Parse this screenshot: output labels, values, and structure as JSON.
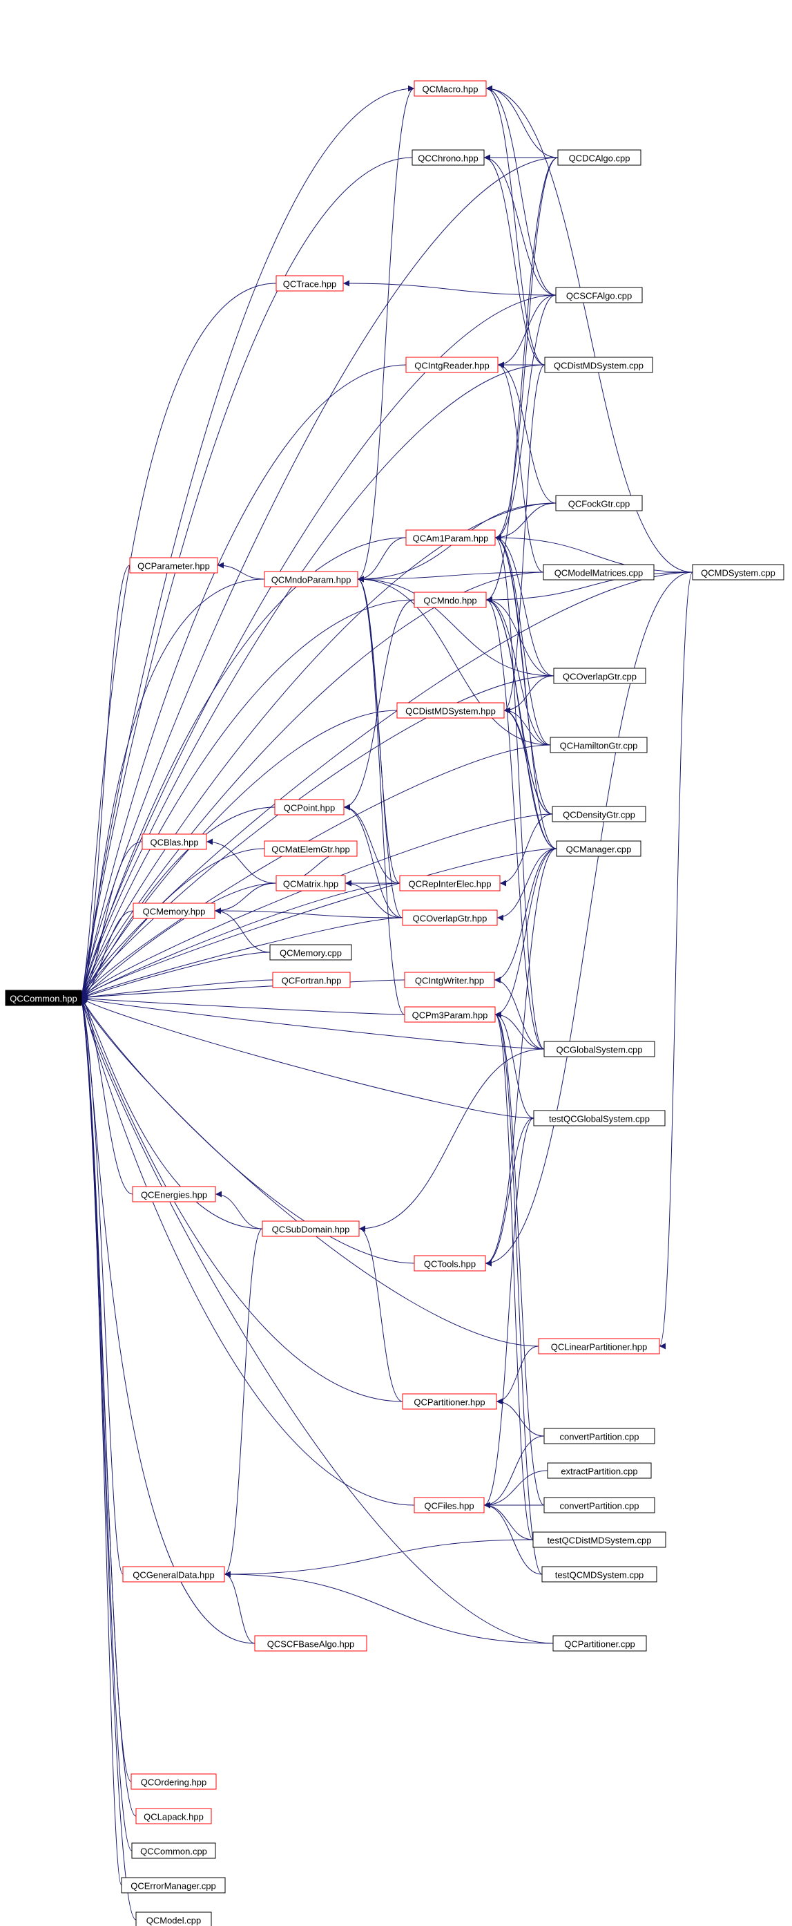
{
  "graph": {
    "colors": {
      "edge": "#191970",
      "root_fill": "#000000",
      "root_text": "#ffffff",
      "header_border": "#ff0000",
      "source_border": "#000000"
    },
    "nodes": [
      {
        "id": "qccommon_hpp",
        "label": "QCCommon.hpp",
        "kind": "root"
      },
      {
        "id": "qcmacro_hpp",
        "label": "QCMacro.hpp",
        "kind": "header"
      },
      {
        "id": "qcchrono_hpp",
        "label": "QCChrono.hpp",
        "kind": "source"
      },
      {
        "id": "qcdcalgo_cpp",
        "label": "QCDCAlgo.cpp",
        "kind": "source"
      },
      {
        "id": "qctrace_hpp",
        "label": "QCTrace.hpp",
        "kind": "header"
      },
      {
        "id": "qcscfalgo_cpp",
        "label": "QCSCFAlgo.cpp",
        "kind": "source"
      },
      {
        "id": "qcintgreader_hpp",
        "label": "QCIntgReader.hpp",
        "kind": "header"
      },
      {
        "id": "qcdistmdsystem_cpp",
        "label": "QCDistMDSystem.cpp",
        "kind": "source"
      },
      {
        "id": "qcfockgtr_cpp",
        "label": "QCFockGtr.cpp",
        "kind": "source"
      },
      {
        "id": "qcam1param_hpp",
        "label": "QCAm1Param.hpp",
        "kind": "header"
      },
      {
        "id": "qcparameter_hpp",
        "label": "QCParameter.hpp",
        "kind": "header"
      },
      {
        "id": "qcmndoparam_hpp",
        "label": "QCMndoParam.hpp",
        "kind": "header"
      },
      {
        "id": "qcmodelmatrices_cpp",
        "label": "QCModelMatrices.cpp",
        "kind": "source"
      },
      {
        "id": "qcmdsystem_cpp",
        "label": "QCMDSystem.cpp",
        "kind": "source"
      },
      {
        "id": "qcmndo_hpp",
        "label": "QCMndo.hpp",
        "kind": "header"
      },
      {
        "id": "qcoverlapgtr_cpp",
        "label": "QCOverlapGtr.cpp",
        "kind": "source"
      },
      {
        "id": "qcdistmdsystem_hpp",
        "label": "QCDistMDSystem.hpp",
        "kind": "header"
      },
      {
        "id": "qchamiltongtr_cpp",
        "label": "QCHamiltonGtr.cpp",
        "kind": "source"
      },
      {
        "id": "qcpoint_hpp",
        "label": "QCPoint.hpp",
        "kind": "header"
      },
      {
        "id": "qcdensitygtr_cpp",
        "label": "QCDensityGtr.cpp",
        "kind": "source"
      },
      {
        "id": "qcblas_hpp",
        "label": "QCBlas.hpp",
        "kind": "header"
      },
      {
        "id": "qcmatelemgtr_hpp",
        "label": "QCMatElemGtr.hpp",
        "kind": "header"
      },
      {
        "id": "qcmanager_cpp",
        "label": "QCManager.cpp",
        "kind": "source"
      },
      {
        "id": "qcmatrix_hpp",
        "label": "QCMatrix.hpp",
        "kind": "header"
      },
      {
        "id": "qcrepinterelec_hpp",
        "label": "QCRepInterElec.hpp",
        "kind": "header"
      },
      {
        "id": "qcmemory_hpp",
        "label": "QCMemory.hpp",
        "kind": "header"
      },
      {
        "id": "qcoverlapgtr_hpp",
        "label": "QCOverlapGtr.hpp",
        "kind": "header"
      },
      {
        "id": "qcmemory_cpp",
        "label": "QCMemory.cpp",
        "kind": "source"
      },
      {
        "id": "qcfortran_hpp",
        "label": "QCFortran.hpp",
        "kind": "header"
      },
      {
        "id": "qcintgwriter_hpp",
        "label": "QCIntgWriter.hpp",
        "kind": "header"
      },
      {
        "id": "qcpm3param_hpp",
        "label": "QCPm3Param.hpp",
        "kind": "header"
      },
      {
        "id": "qcglobalsystem_cpp",
        "label": "QCGlobalSystem.cpp",
        "kind": "source"
      },
      {
        "id": "testqcglobalsystem_cpp",
        "label": "testQCGlobalSystem.cpp",
        "kind": "source"
      },
      {
        "id": "qcenergies_hpp",
        "label": "QCEnergies.hpp",
        "kind": "header"
      },
      {
        "id": "qcsubdomain_hpp",
        "label": "QCSubDomain.hpp",
        "kind": "header"
      },
      {
        "id": "qctools_hpp",
        "label": "QCTools.hpp",
        "kind": "header"
      },
      {
        "id": "qclinearpartitioner_hpp",
        "label": "QCLinearPartitioner.hpp",
        "kind": "header"
      },
      {
        "id": "qcpartitioner_hpp",
        "label": "QCPartitioner.hpp",
        "kind": "header"
      },
      {
        "id": "convertpartition_cpp_1",
        "label": "convertPartition.cpp",
        "kind": "source"
      },
      {
        "id": "extractpartition_cpp",
        "label": "extractPartition.cpp",
        "kind": "source"
      },
      {
        "id": "qcfiles_hpp",
        "label": "QCFiles.hpp",
        "kind": "header"
      },
      {
        "id": "convertpartition_cpp_2",
        "label": "convertPartition.cpp",
        "kind": "source"
      },
      {
        "id": "testqcdistmdsystem_cpp",
        "label": "testQCDistMDSystem.cpp",
        "kind": "source"
      },
      {
        "id": "qcgeneraldata_hpp",
        "label": "QCGeneralData.hpp",
        "kind": "header"
      },
      {
        "id": "testqcmdsystem_cpp",
        "label": "testQCMDSystem.cpp",
        "kind": "source"
      },
      {
        "id": "qcscfbasealgo_hpp",
        "label": "QCSCFBaseAlgo.hpp",
        "kind": "header"
      },
      {
        "id": "qcpartitioner_cpp",
        "label": "QCPartitioner.cpp",
        "kind": "source"
      },
      {
        "id": "qcordering_hpp",
        "label": "QCOrdering.hpp",
        "kind": "header"
      },
      {
        "id": "qclapack_hpp",
        "label": "QCLapack.hpp",
        "kind": "header"
      },
      {
        "id": "qccommon_cpp",
        "label": "QCCommon.cpp",
        "kind": "source"
      },
      {
        "id": "qcerrormanager_cpp",
        "label": "QCErrorManager.cpp",
        "kind": "source"
      },
      {
        "id": "qcmodel_cpp",
        "label": "QCModel.cpp",
        "kind": "source"
      }
    ],
    "edges": [
      [
        "qcmacro_hpp",
        "qccommon_hpp"
      ],
      [
        "qcchrono_hpp",
        "qccommon_hpp"
      ],
      [
        "qcdcalgo_cpp",
        "qccommon_hpp"
      ],
      [
        "qctrace_hpp",
        "qccommon_hpp"
      ],
      [
        "qcscfalgo_cpp",
        "qccommon_hpp"
      ],
      [
        "qcintgreader_hpp",
        "qccommon_hpp"
      ],
      [
        "qcdistmdsystem_cpp",
        "qccommon_hpp"
      ],
      [
        "qcfockgtr_cpp",
        "qccommon_hpp"
      ],
      [
        "qcam1param_hpp",
        "qccommon_hpp"
      ],
      [
        "qcparameter_hpp",
        "qccommon_hpp"
      ],
      [
        "qcmndoparam_hpp",
        "qccommon_hpp"
      ],
      [
        "qcmodelmatrices_cpp",
        "qccommon_hpp"
      ],
      [
        "qcmdsystem_cpp",
        "qccommon_hpp"
      ],
      [
        "qcmndo_hpp",
        "qccommon_hpp"
      ],
      [
        "qcoverlapgtr_cpp",
        "qccommon_hpp"
      ],
      [
        "qcdistmdsystem_hpp",
        "qccommon_hpp"
      ],
      [
        "qchamiltongtr_cpp",
        "qccommon_hpp"
      ],
      [
        "qcpoint_hpp",
        "qccommon_hpp"
      ],
      [
        "qcdensitygtr_cpp",
        "qccommon_hpp"
      ],
      [
        "qcblas_hpp",
        "qccommon_hpp"
      ],
      [
        "qcmatelemgtr_hpp",
        "qccommon_hpp"
      ],
      [
        "qcmanager_cpp",
        "qccommon_hpp"
      ],
      [
        "qcmatrix_hpp",
        "qccommon_hpp"
      ],
      [
        "qcrepinterelec_hpp",
        "qccommon_hpp"
      ],
      [
        "qcmemory_hpp",
        "qccommon_hpp"
      ],
      [
        "qcoverlapgtr_hpp",
        "qccommon_hpp"
      ],
      [
        "qcmemory_cpp",
        "qccommon_hpp"
      ],
      [
        "qcfortran_hpp",
        "qccommon_hpp"
      ],
      [
        "qcintgwriter_hpp",
        "qccommon_hpp"
      ],
      [
        "qcpm3param_hpp",
        "qccommon_hpp"
      ],
      [
        "qcglobalsystem_cpp",
        "qccommon_hpp"
      ],
      [
        "testqcglobalsystem_cpp",
        "qccommon_hpp"
      ],
      [
        "qcenergies_hpp",
        "qccommon_hpp"
      ],
      [
        "qcsubdomain_hpp",
        "qccommon_hpp"
      ],
      [
        "qctools_hpp",
        "qccommon_hpp"
      ],
      [
        "qclinearpartitioner_hpp",
        "qccommon_hpp"
      ],
      [
        "qcpartitioner_hpp",
        "qccommon_hpp"
      ],
      [
        "qcfiles_hpp",
        "qccommon_hpp"
      ],
      [
        "qcgeneraldata_hpp",
        "qccommon_hpp"
      ],
      [
        "qcscfbasealgo_hpp",
        "qccommon_hpp"
      ],
      [
        "qcpartitioner_cpp",
        "qccommon_hpp"
      ],
      [
        "qcordering_hpp",
        "qccommon_hpp"
      ],
      [
        "qclapack_hpp",
        "qccommon_hpp"
      ],
      [
        "qccommon_cpp",
        "qccommon_hpp"
      ],
      [
        "qcerrormanager_cpp",
        "qccommon_hpp"
      ],
      [
        "qcmodel_cpp",
        "qccommon_hpp"
      ],
      [
        "qcdcalgo_cpp",
        "qcmacro_hpp"
      ],
      [
        "qcscfalgo_cpp",
        "qcmacro_hpp"
      ],
      [
        "qcdistmdsystem_cpp",
        "qcmacro_hpp"
      ],
      [
        "qcmdsystem_cpp",
        "qcmacro_hpp"
      ],
      [
        "qcmndoparam_hpp",
        "qcmacro_hpp"
      ],
      [
        "qcdcalgo_cpp",
        "qcchrono_hpp"
      ],
      [
        "qcscfalgo_cpp",
        "qcchrono_hpp"
      ],
      [
        "qcdistmdsystem_cpp",
        "qcchrono_hpp"
      ],
      [
        "qcscfalgo_cpp",
        "qctrace_hpp"
      ],
      [
        "qcdistmdsystem_cpp",
        "qcintgreader_hpp"
      ],
      [
        "qcfockgtr_cpp",
        "qcintgreader_hpp"
      ],
      [
        "qcmodelmatrices_cpp",
        "qcintgreader_hpp"
      ],
      [
        "qcscfalgo_cpp",
        "qcintgreader_hpp"
      ],
      [
        "qcdcalgo_cpp",
        "qcam1param_hpp"
      ],
      [
        "qcscfalgo_cpp",
        "qcam1param_hpp"
      ],
      [
        "qcfockgtr_cpp",
        "qcam1param_hpp"
      ],
      [
        "qcmdsystem_cpp",
        "qcam1param_hpp"
      ],
      [
        "qcoverlapgtr_cpp",
        "qcam1param_hpp"
      ],
      [
        "qchamiltongtr_cpp",
        "qcam1param_hpp"
      ],
      [
        "qcdensitygtr_cpp",
        "qcam1param_hpp"
      ],
      [
        "qcmanager_cpp",
        "qcam1param_hpp"
      ],
      [
        "qcglobalsystem_cpp",
        "qcam1param_hpp"
      ],
      [
        "qcmndoparam_hpp",
        "qcparameter_hpp"
      ],
      [
        "qcam1param_hpp",
        "qcmndoparam_hpp"
      ],
      [
        "qcpm3param_hpp",
        "qcmndoparam_hpp"
      ],
      [
        "qcmodelmatrices_cpp",
        "qcmndoparam_hpp"
      ],
      [
        "qcoverlapgtr_cpp",
        "qcmndoparam_hpp"
      ],
      [
        "qchamiltongtr_cpp",
        "qcmndoparam_hpp"
      ],
      [
        "qcrepinterelec_hpp",
        "qcmndoparam_hpp"
      ],
      [
        "qcoverlapgtr_hpp",
        "qcmndoparam_hpp"
      ],
      [
        "qcfockgtr_cpp",
        "qcmndoparam_hpp"
      ],
      [
        "qcdcalgo_cpp",
        "qcmndo_hpp"
      ],
      [
        "qcmdsystem_cpp",
        "qcmndo_hpp"
      ],
      [
        "qcoverlapgtr_cpp",
        "qcmndo_hpp"
      ],
      [
        "qchamiltongtr_cpp",
        "qcmndo_hpp"
      ],
      [
        "qcdensitygtr_cpp",
        "qcmndo_hpp"
      ],
      [
        "qcmanager_cpp",
        "qcmndo_hpp"
      ],
      [
        "qcglobalsystem_cpp",
        "qcmndo_hpp"
      ],
      [
        "qcdistmdsystem_cpp",
        "qcdistmdsystem_hpp"
      ],
      [
        "qcmanager_cpp",
        "qcdistmdsystem_hpp"
      ],
      [
        "qchamiltongtr_cpp",
        "qcdistmdsystem_hpp"
      ],
      [
        "qcdensitygtr_cpp",
        "qcdistmdsystem_hpp"
      ],
      [
        "qcoverlapgtr_cpp",
        "qcdistmdsystem_hpp"
      ],
      [
        "qcrepinterelec_hpp",
        "qcpoint_hpp"
      ],
      [
        "qcoverlapgtr_hpp",
        "qcpoint_hpp"
      ],
      [
        "qcmndo_hpp",
        "qcpoint_hpp"
      ],
      [
        "qcmatrix_hpp",
        "qcblas_hpp"
      ],
      [
        "qcrepinterelec_hpp",
        "qcmatrix_hpp"
      ],
      [
        "qcoverlapgtr_hpp",
        "qcmatrix_hpp"
      ],
      [
        "qcmatelemgtr_hpp",
        "qcmatrix_hpp"
      ],
      [
        "qcmatrix_hpp",
        "qcmemory_hpp"
      ],
      [
        "qcmemory_cpp",
        "qcmemory_hpp"
      ],
      [
        "qcoverlapgtr_hpp",
        "qcmemory_hpp"
      ],
      [
        "qcmanager_cpp",
        "qcoverlapgtr_hpp"
      ],
      [
        "qcdensitygtr_cpp",
        "qcrepinterelec_hpp"
      ],
      [
        "qcglobalsystem_cpp",
        "qcintgwriter_hpp"
      ],
      [
        "qcmanager_cpp",
        "qcintgwriter_hpp"
      ],
      [
        "qcglobalsystem_cpp",
        "qcpm3param_hpp"
      ],
      [
        "testqcglobalsystem_cpp",
        "qcpm3param_hpp"
      ],
      [
        "qcmanager_cpp",
        "qcpm3param_hpp"
      ],
      [
        "testqcdistmdsystem_cpp",
        "qcpm3param_hpp"
      ],
      [
        "testqcmdsystem_cpp",
        "qcpm3param_hpp"
      ],
      [
        "convertpartition_cpp_2",
        "qcpm3param_hpp"
      ],
      [
        "qcsubdomain_hpp",
        "qcenergies_hpp"
      ],
      [
        "qcglobalsystem_cpp",
        "qcsubdomain_hpp"
      ],
      [
        "qcpartitioner_hpp",
        "qcsubdomain_hpp"
      ],
      [
        "qcmdsystem_cpp",
        "qctools_hpp"
      ],
      [
        "testqcglobalsystem_cpp",
        "qctools_hpp"
      ],
      [
        "qcmanager_cpp",
        "qctools_hpp"
      ],
      [
        "qcmdsystem_cpp",
        "qclinearpartitioner_hpp"
      ],
      [
        "qclinearpartitioner_hpp",
        "qcpartitioner_hpp"
      ],
      [
        "convertpartition_cpp_1",
        "qcpartitioner_hpp"
      ],
      [
        "convertpartition_cpp_1",
        "qcfiles_hpp"
      ],
      [
        "extractpartition_cpp",
        "qcfiles_hpp"
      ],
      [
        "convertpartition_cpp_2",
        "qcfiles_hpp"
      ],
      [
        "testqcdistmdsystem_cpp",
        "qcfiles_hpp"
      ],
      [
        "testqcmdsystem_cpp",
        "qcfiles_hpp"
      ],
      [
        "testqcglobalsystem_cpp",
        "qcfiles_hpp"
      ],
      [
        "testqcdistmdsystem_cpp",
        "qcgeneraldata_hpp"
      ],
      [
        "qcpartitioner_cpp",
        "qcgeneraldata_hpp"
      ],
      [
        "qcscfbasealgo_hpp",
        "qcgeneraldata_hpp"
      ],
      [
        "qcsubdomain_hpp",
        "qcgeneraldata_hpp"
      ]
    ]
  }
}
